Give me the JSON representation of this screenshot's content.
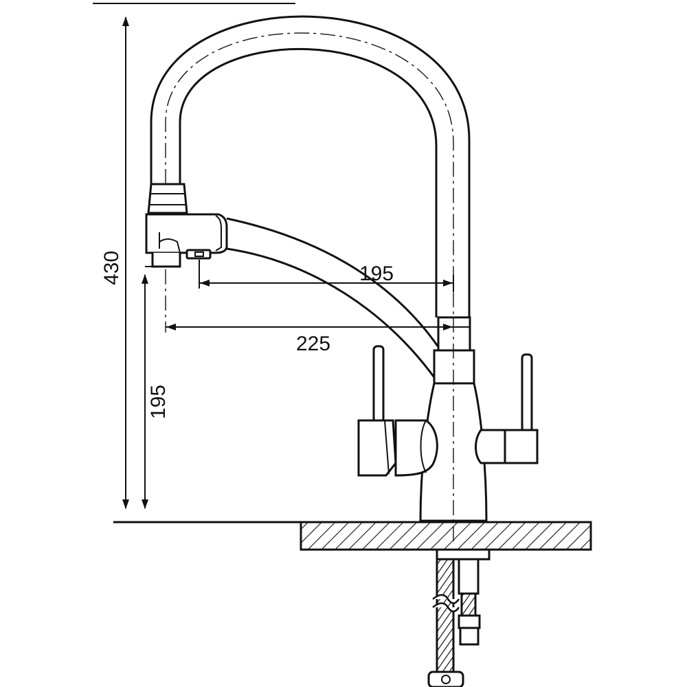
{
  "dimensions": {
    "total_height": "430",
    "spout_height": "195",
    "reach_short": "195",
    "reach_long": "225"
  },
  "colors": {
    "stroke": "#111111",
    "background": "#ffffff"
  }
}
